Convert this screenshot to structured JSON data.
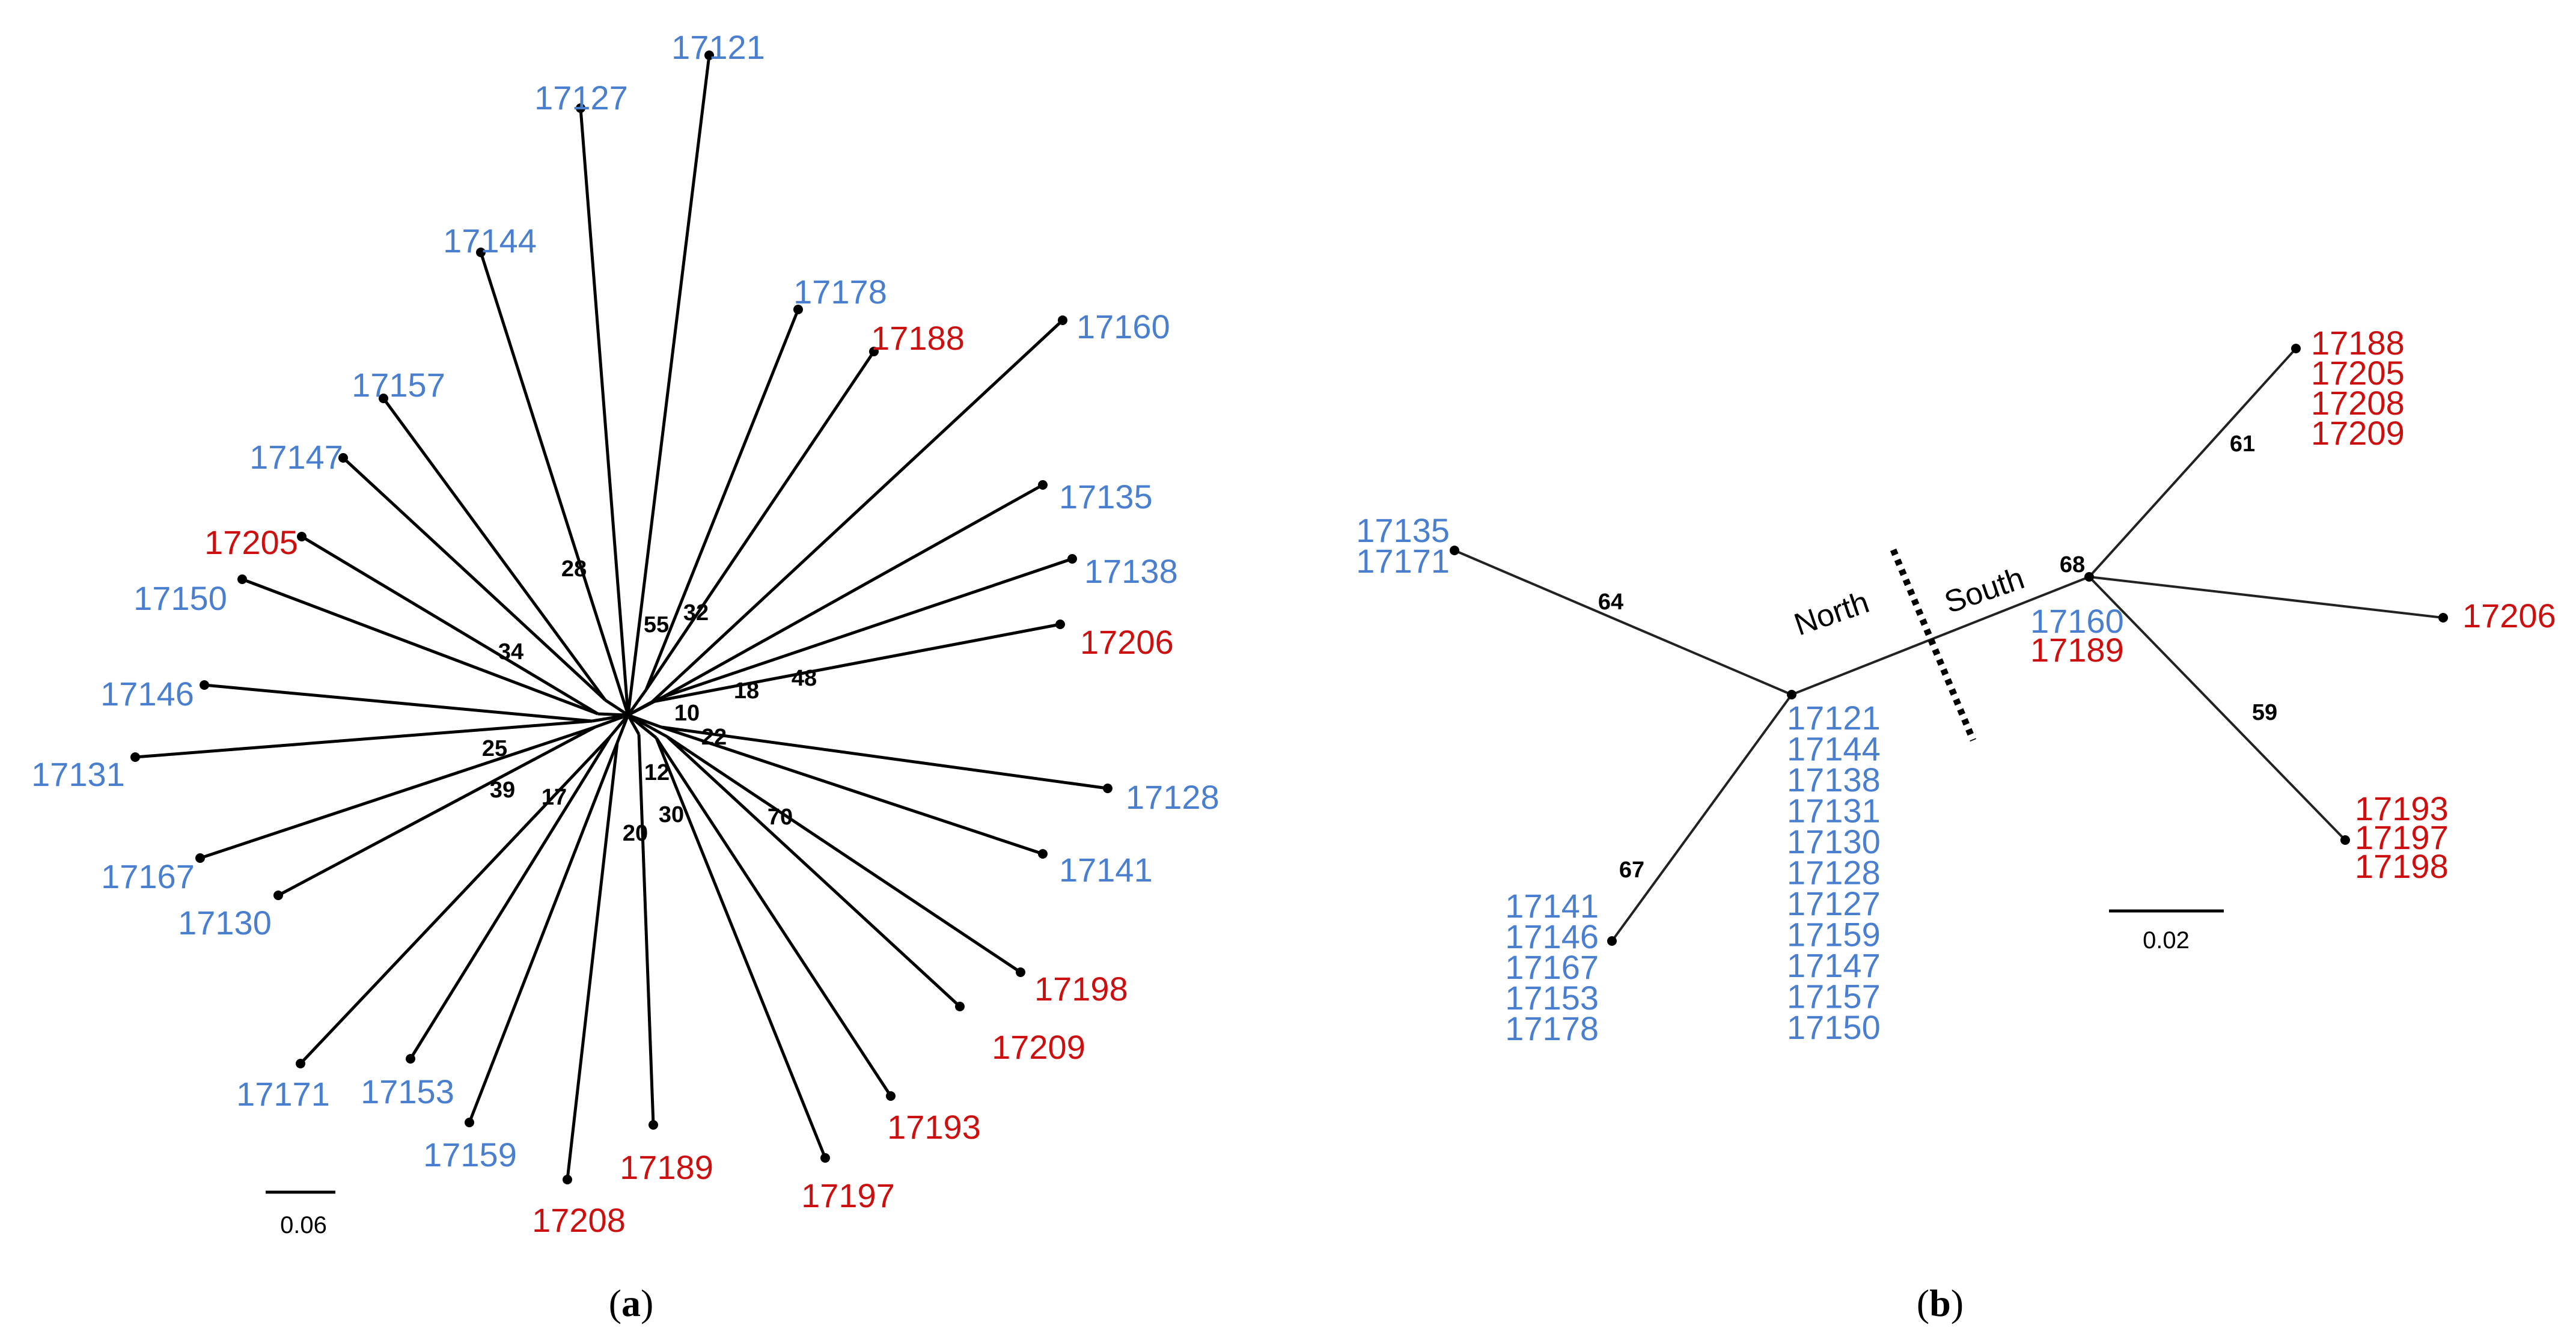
{
  "colors": {
    "north": "#4a7fd0",
    "south": "#cc1010",
    "line": "#000000"
  },
  "panel_a": {
    "label_letter": "a",
    "scale": "0.06",
    "tips": [
      {
        "id": "17121",
        "group": "north"
      },
      {
        "id": "17127",
        "group": "north"
      },
      {
        "id": "17144",
        "group": "north"
      },
      {
        "id": "17178",
        "group": "north"
      },
      {
        "id": "17188",
        "group": "south"
      },
      {
        "id": "17160",
        "group": "north"
      },
      {
        "id": "17157",
        "group": "north"
      },
      {
        "id": "17147",
        "group": "north"
      },
      {
        "id": "17135",
        "group": "north"
      },
      {
        "id": "17205",
        "group": "south"
      },
      {
        "id": "17138",
        "group": "north"
      },
      {
        "id": "17150",
        "group": "north"
      },
      {
        "id": "17206",
        "group": "south"
      },
      {
        "id": "17146",
        "group": "north"
      },
      {
        "id": "17131",
        "group": "north"
      },
      {
        "id": "17128",
        "group": "north"
      },
      {
        "id": "17167",
        "group": "north"
      },
      {
        "id": "17141",
        "group": "north"
      },
      {
        "id": "17130",
        "group": "north"
      },
      {
        "id": "17198",
        "group": "south"
      },
      {
        "id": "17209",
        "group": "south"
      },
      {
        "id": "17171",
        "group": "north"
      },
      {
        "id": "17153",
        "group": "north"
      },
      {
        "id": "17193",
        "group": "south"
      },
      {
        "id": "17159",
        "group": "north"
      },
      {
        "id": "17189",
        "group": "south"
      },
      {
        "id": "17197",
        "group": "south"
      },
      {
        "id": "17208",
        "group": "south"
      }
    ],
    "bootstrap": [
      "55",
      "32",
      "28",
      "18",
      "48",
      "10",
      "34",
      "22",
      "25",
      "12",
      "39",
      "17",
      "30",
      "70",
      "20"
    ]
  },
  "panel_b": {
    "label_letter": "b",
    "scale": "0.02",
    "north_label": "North",
    "south_label": "South",
    "bootstrap": [
      "64",
      "67",
      "68",
      "61",
      "59"
    ],
    "groups": {
      "left_upper": {
        "tips": [
          {
            "id": "17135",
            "group": "north"
          },
          {
            "id": "17171",
            "group": "north"
          }
        ]
      },
      "left_lower": {
        "tips": [
          {
            "id": "17141",
            "group": "north"
          },
          {
            "id": "17146",
            "group": "north"
          },
          {
            "id": "17167",
            "group": "north"
          },
          {
            "id": "17153",
            "group": "north"
          },
          {
            "id": "17178",
            "group": "north"
          }
        ]
      },
      "north_node": {
        "tips": [
          {
            "id": "17121",
            "group": "north"
          },
          {
            "id": "17144",
            "group": "north"
          },
          {
            "id": "17138",
            "group": "north"
          },
          {
            "id": "17131",
            "group": "north"
          },
          {
            "id": "17130",
            "group": "north"
          },
          {
            "id": "17128",
            "group": "north"
          },
          {
            "id": "17127",
            "group": "north"
          },
          {
            "id": "17159",
            "group": "north"
          },
          {
            "id": "17147",
            "group": "north"
          },
          {
            "id": "17157",
            "group": "north"
          },
          {
            "id": "17150",
            "group": "north"
          }
        ]
      },
      "south_node": {
        "tips": [
          {
            "id": "17160",
            "group": "north"
          },
          {
            "id": "17189",
            "group": "south"
          }
        ]
      },
      "right_upper": {
        "tips": [
          {
            "id": "17188",
            "group": "south"
          },
          {
            "id": "17205",
            "group": "south"
          },
          {
            "id": "17208",
            "group": "south"
          },
          {
            "id": "17209",
            "group": "south"
          }
        ]
      },
      "right_mid": {
        "tips": [
          {
            "id": "17206",
            "group": "south"
          }
        ]
      },
      "right_lower": {
        "tips": [
          {
            "id": "17193",
            "group": "south"
          },
          {
            "id": "17197",
            "group": "south"
          },
          {
            "id": "17198",
            "group": "south"
          }
        ]
      }
    }
  }
}
